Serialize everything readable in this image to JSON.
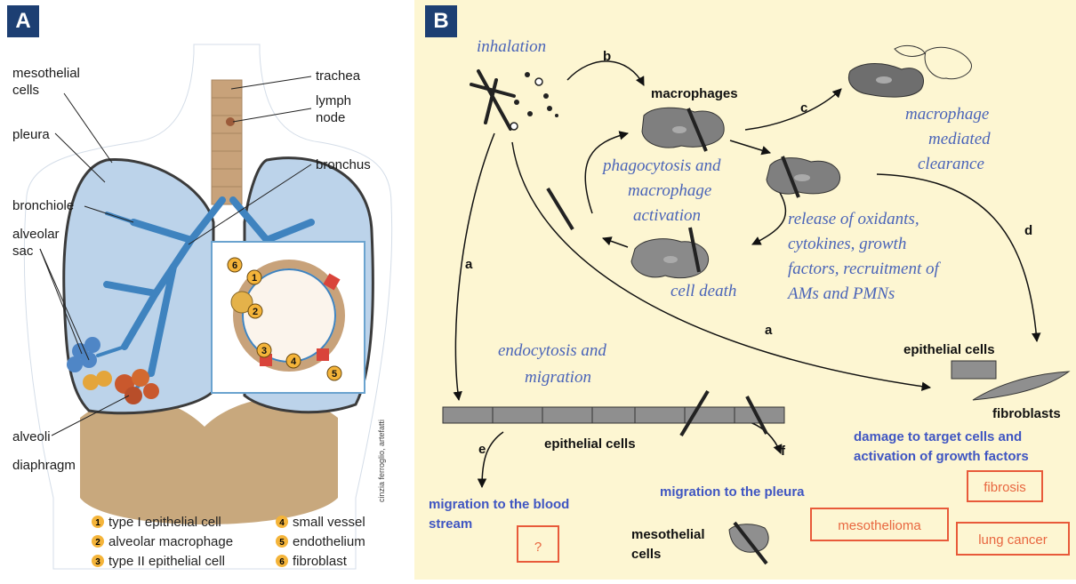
{
  "panel_a": {
    "badge": "A",
    "labels": {
      "mesothelial_cells_1": "mesothelial",
      "mesothelial_cells_2": "cells",
      "pleura": "pleura",
      "bronchiole": "bronchiole",
      "alveolar_sac_1": "alveolar",
      "alveolar_sac_2": "sac",
      "alveoli": "alveoli",
      "diaphragm": "diaphragm",
      "trachea": "trachea",
      "lymph_node_1": "lymph",
      "lymph_node_2": "node",
      "bronchus": "bronchus"
    },
    "credit": "cinzia ferroglio, artefatti",
    "legend": [
      {
        "num": "1",
        "label": "type I epithelial cell"
      },
      {
        "num": "2",
        "label": "alveolar macrophage"
      },
      {
        "num": "3",
        "label": "type II epithelial cell"
      },
      {
        "num": "4",
        "label": "small vessel"
      },
      {
        "num": "5",
        "label": "endothelium"
      },
      {
        "num": "6",
        "label": "fibroblast"
      }
    ],
    "colors": {
      "lung": "#bcd3ea",
      "airway": "#3f83bf",
      "tissue": "#c4a67c",
      "legend_dot": "#f4b43a"
    }
  },
  "panel_b": {
    "badge": "B",
    "inhalation": "inhalation",
    "step_b": "b",
    "step_c": "c",
    "step_d": "d",
    "step_a1": "a",
    "step_a2": "a",
    "step_e": "e",
    "step_f": "f",
    "macrophages": "macrophages",
    "clearance_1": "macrophage",
    "clearance_2": "mediated",
    "clearance_3": "clearance",
    "phago_1": "phagocytosis and",
    "phago_2": "macrophage",
    "phago_3": "activation",
    "release_1": "release of oxidants,",
    "release_2": "cytokines, growth",
    "release_3": "factors, recruitment of",
    "release_4": "AMs and PMNs",
    "cell_death": "cell death",
    "endo_1": "endocytosis and",
    "endo_2": "migration",
    "epithelial_cells_top": "epithelial cells",
    "fibroblasts": "fibroblasts",
    "damage_1": "damage to target cells and",
    "damage_2": "activation of growth factors",
    "epithelial_cells_bottom": "epithelial cells",
    "migration_blood_1": "migration to the blood",
    "migration_blood_2": "stream",
    "migration_pleura": "migration to  the pleura",
    "question": "?",
    "mesothelial_1": "mesothelial",
    "mesothelial_2": "cells",
    "fibrosis": "fibrosis",
    "mesothelioma": "mesothelioma",
    "lung_cancer": "lung cancer",
    "colors": {
      "background": "#fdf6d2",
      "italic_text": "#4a64b8",
      "bold_blue": "#3f55c2",
      "red_box": "#e85a3a",
      "cell": "#7f7f7f"
    }
  }
}
